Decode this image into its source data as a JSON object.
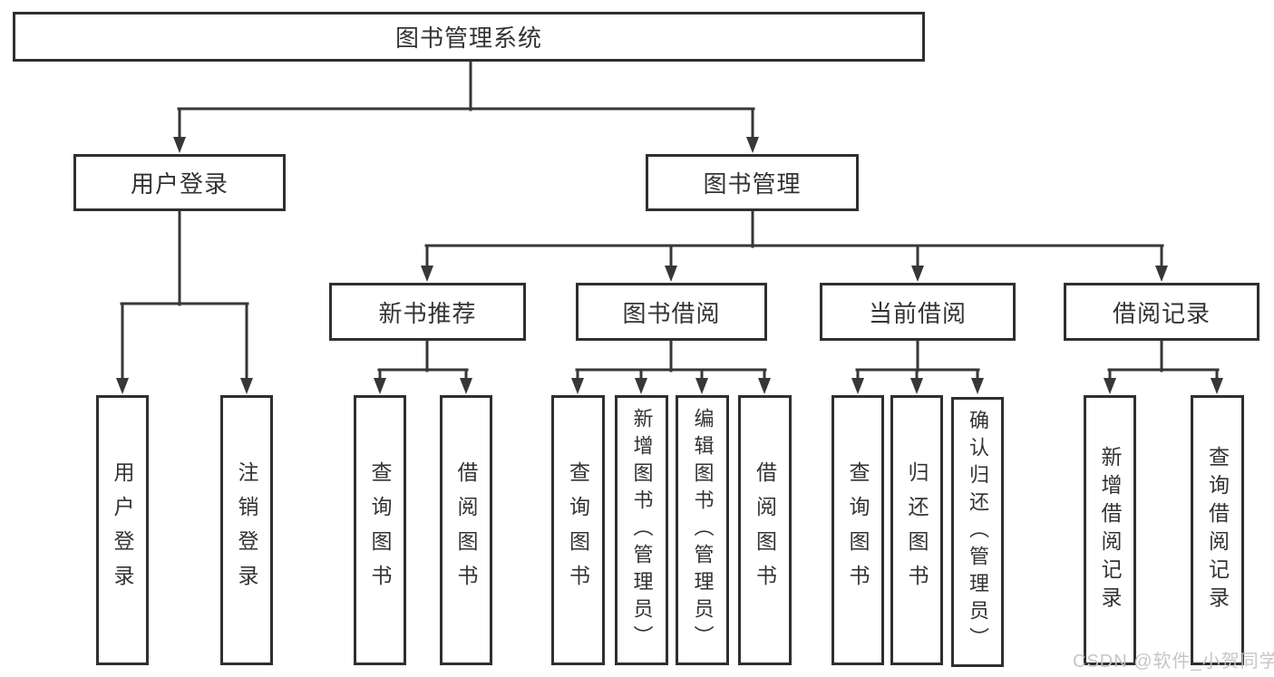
{
  "tree": {
    "label": "图书管理系统",
    "children": [
      {
        "label": "用户登录",
        "children": [
          {
            "label": "用户登录"
          },
          {
            "label": "注销登录"
          }
        ]
      },
      {
        "label": "图书管理",
        "children": [
          {
            "label": "新书推荐",
            "children": [
              {
                "label": "查询图书"
              },
              {
                "label": "借阅图书"
              }
            ]
          },
          {
            "label": "图书借阅",
            "children": [
              {
                "label": "查询图书"
              },
              {
                "label": "新增图书（管理员）"
              },
              {
                "label": "编辑图书（管理员）"
              },
              {
                "label": "借阅图书"
              }
            ]
          },
          {
            "label": "当前借阅",
            "children": [
              {
                "label": "查询图书"
              },
              {
                "label": "归还图书"
              },
              {
                "label": "确认归还（管理员）"
              }
            ]
          },
          {
            "label": "借阅记录",
            "children": [
              {
                "label": "新增借阅记录"
              },
              {
                "label": "查询借阅记录"
              }
            ]
          }
        ]
      }
    ]
  },
  "watermark": {
    "text": "CSDN @软件_小贺同学"
  },
  "colors": {
    "line": "#373737",
    "box_border": "#2f2f2f",
    "text": "#333333",
    "background": "#ffffff",
    "watermark": "#c6c2c2"
  }
}
